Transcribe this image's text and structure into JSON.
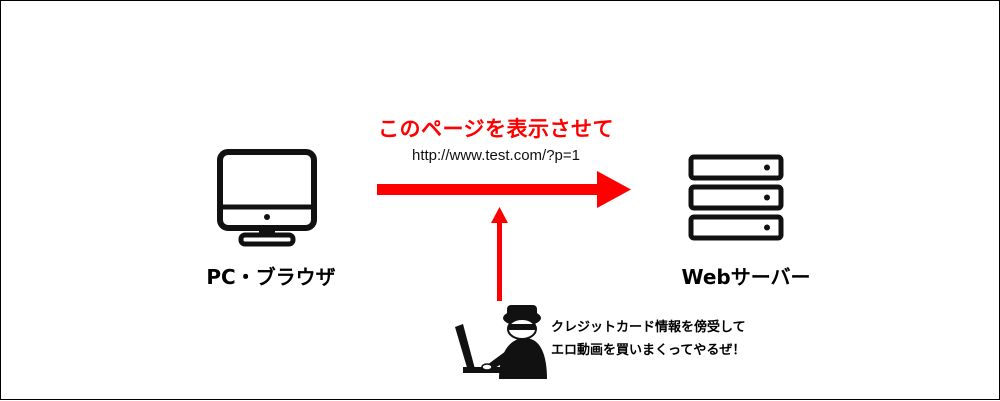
{
  "diagram": {
    "request": {
      "label": "このページを表示させて",
      "url": "http://www.test.com/?p=1"
    },
    "client": {
      "label": "PC・ブラウザ",
      "icon": "monitor-icon"
    },
    "server": {
      "label": "Webサーバー",
      "icon": "server-icon"
    },
    "attacker": {
      "icon": "hacker-icon",
      "lines": [
        "クレジットカード情報を傍受して",
        "エロ動画を買いまくってやるぜ！"
      ]
    },
    "colors": {
      "arrow": "#ff0000",
      "request_text": "#ff0000",
      "icon": "#111111",
      "text": "#000000",
      "border": "#000000"
    }
  }
}
